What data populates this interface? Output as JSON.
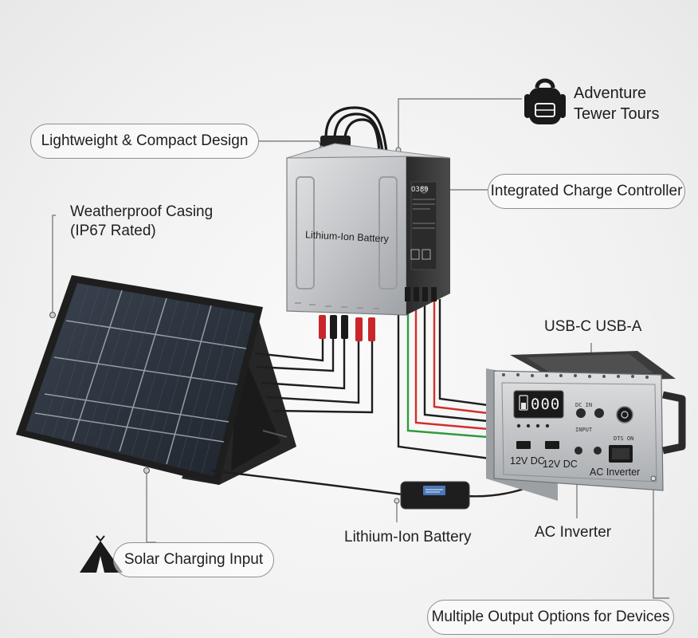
{
  "brand": {
    "line1": "Adventure",
    "line2": "Tewer Tours",
    "icon": "backpack-icon"
  },
  "callouts": {
    "lightweight": "Lightweight & Compact Design",
    "weatherproof_line1": "Weatherproof Casing",
    "weatherproof_line2": "(IP67 Rated)",
    "charge_controller": "Integrated Charge Controller",
    "usb_ports": "USB-C  USB-A",
    "lithium_battery": "Lithium-Ion Battery",
    "ac_inverter": "AC Inverter",
    "solar_input": "Solar Charging Input",
    "multiple_outputs": "Multiple Output Options for Devices"
  },
  "battery_unit": {
    "label": "Lithium-Ion Battery",
    "panel_code": "O380"
  },
  "power_station": {
    "display_value": "000",
    "port_12v_left": "12V DC",
    "port_12v_right": "12V DC",
    "port_ac": "AC Inverter",
    "label_dc_on": "DC IN",
    "label_input": "INPUT",
    "label_on": "DTS ON"
  },
  "icons": {
    "tent": "tent-icon",
    "backpack": "backpack-icon"
  },
  "colors": {
    "background": "#f1f1f1",
    "cable_red": "#d1302a",
    "cable_green": "#2f9b3a",
    "cable_black": "#1e1e1e",
    "panel_frame": "#222222",
    "panel_cell": "#2e3540",
    "casing_silver": "#c8c9cb"
  }
}
